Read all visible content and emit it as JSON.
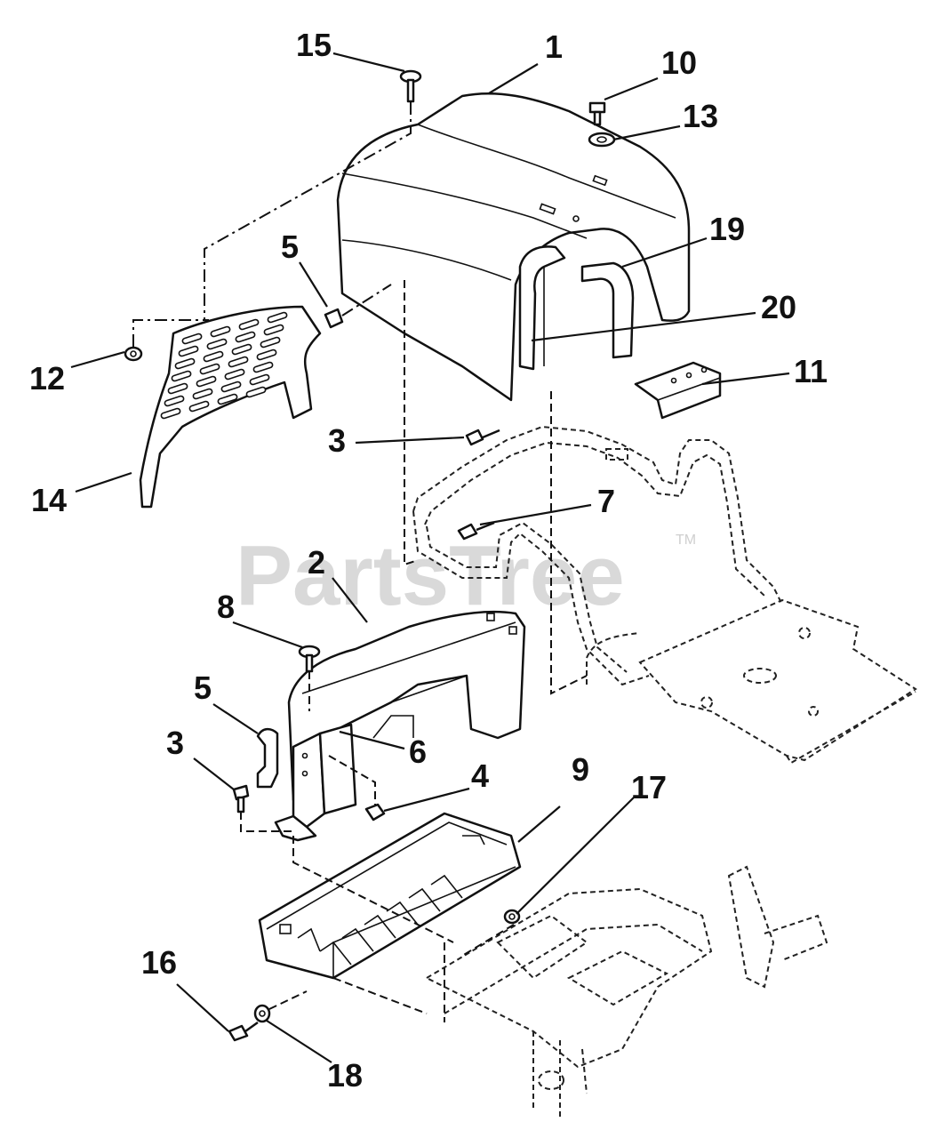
{
  "watermark": {
    "text": "PartsTree",
    "tm": "TM"
  },
  "callouts": {
    "c1": "1",
    "c2": "2",
    "c3a": "3",
    "c3b": "3",
    "c4": "4",
    "c5a": "5",
    "c5b": "5",
    "c6": "6",
    "c7": "7",
    "c8": "8",
    "c9": "9",
    "c10": "10",
    "c11": "11",
    "c12": "12",
    "c13": "13",
    "c14": "14",
    "c15": "15",
    "c16": "16",
    "c17": "17",
    "c18": "18",
    "c19": "19",
    "c20": "20"
  },
  "colors": {
    "ink": "#111111",
    "paper": "#ffffff",
    "watermark": "#d9d9d9"
  }
}
